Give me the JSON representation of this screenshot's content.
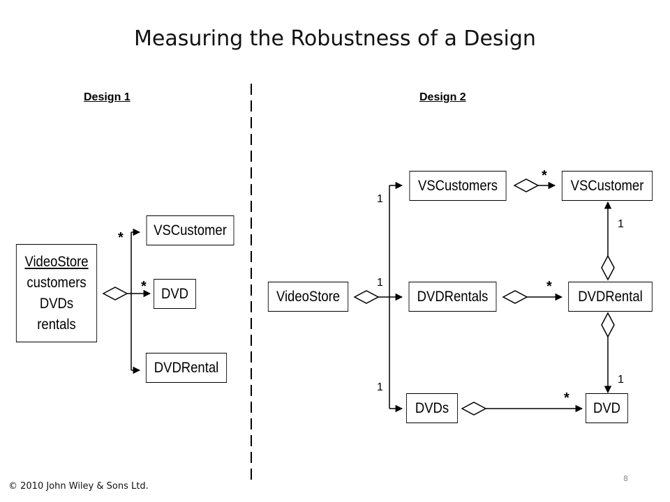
{
  "title": "Measuring the Robustness of a Design",
  "design1": {
    "label": "Design 1",
    "videostore_lines": [
      "VideoStore",
      "customers",
      "DVDs",
      "rentals"
    ],
    "vscustomer": "VSCustomer",
    "dvd": "DVD",
    "dvdrental": "DVDRental",
    "mult_vscustomer": "*",
    "mult_dvd": "*"
  },
  "design2": {
    "label": "Design 2",
    "videostore": "VideoStore",
    "vscustomers": "VSCustomers",
    "vscustomer": "VSCustomer",
    "dvdrentals": "DVDRentals",
    "dvdrental": "DVDRental",
    "dvds": "DVDs",
    "dvd": "DVD",
    "mult_store_vscustomers": "1",
    "mult_store_dvdrentals": "1",
    "mult_store_dvds": "1",
    "mult_vscustomers_vscustomer": "*",
    "mult_dvdrentals_dvdrental": "*",
    "mult_dvds_dvd": "*",
    "mult_rental_customer": "1",
    "mult_rental_dvd": "1"
  },
  "footer": "© 2010 John Wiley & Sons Ltd.",
  "page_number": "8"
}
